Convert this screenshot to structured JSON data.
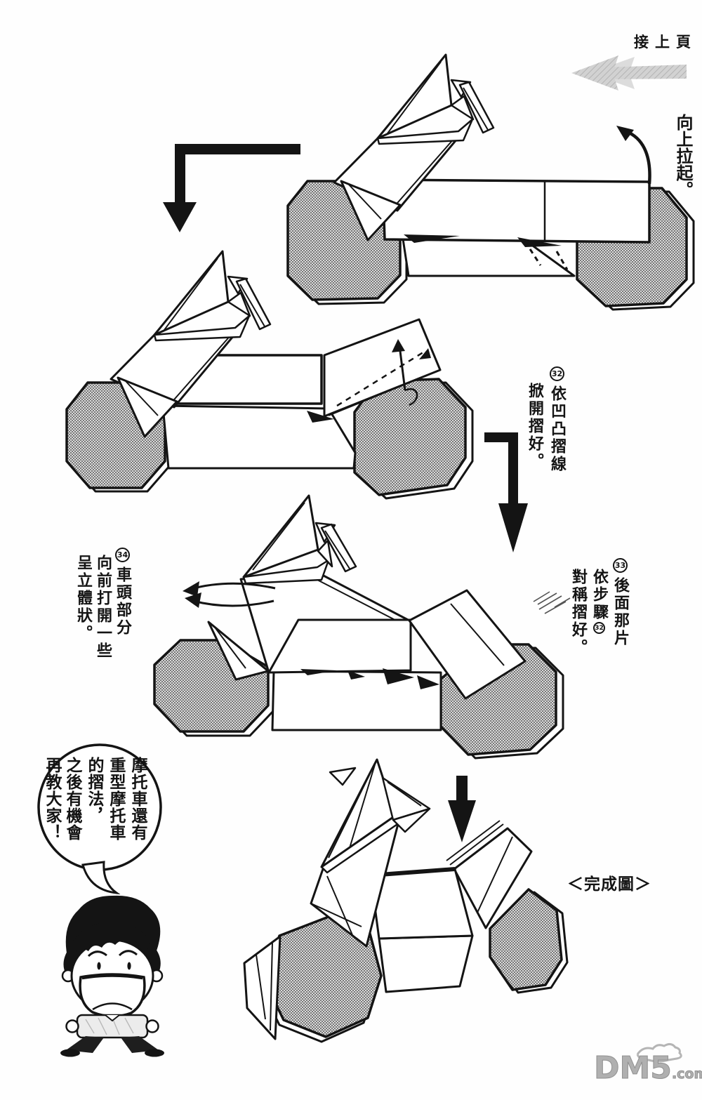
{
  "header": {
    "prev_page_label": "接上頁"
  },
  "annotations": {
    "pull_up": "向上拉起。",
    "completed_label": "＜完成圖＞"
  },
  "steps": [
    {
      "num": "32",
      "cols": [
        "依凹凸摺線",
        "掀開摺好。"
      ]
    },
    {
      "num": "33",
      "ref_num": "32",
      "cols": [
        "後面那片",
        "依步驟",
        "對稱摺好。"
      ]
    },
    {
      "num": "34",
      "cols": [
        "車頭部分",
        "向前打開一些",
        "呈立體狀。"
      ]
    }
  ],
  "speech_bubble": {
    "cols": [
      "摩托車還有",
      "重型摩托車",
      "的摺法，",
      "之後有機會",
      "再教大家！"
    ]
  },
  "watermark": {
    "name": "DM5",
    "tld": ".com"
  },
  "colors": {
    "line": "#141414",
    "halftone_dot": "#6e6e6e",
    "gray_arrow": "#c6c6c6",
    "watermark": "#b0b0b0"
  }
}
